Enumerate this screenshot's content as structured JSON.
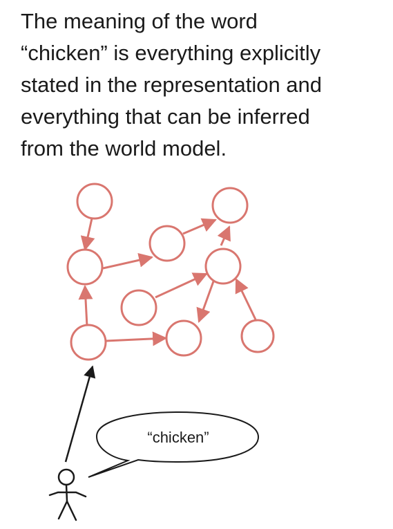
{
  "caption": {
    "lines": [
      "The meaning of the word",
      "“chicken” is everything explicitly",
      "stated in the representation and",
      "everything that can be inferred",
      "from the world model."
    ]
  },
  "speech_bubble": {
    "text": "“chicken”"
  },
  "colors": {
    "network": "#d9766f",
    "ink": "#1a1a1a"
  }
}
